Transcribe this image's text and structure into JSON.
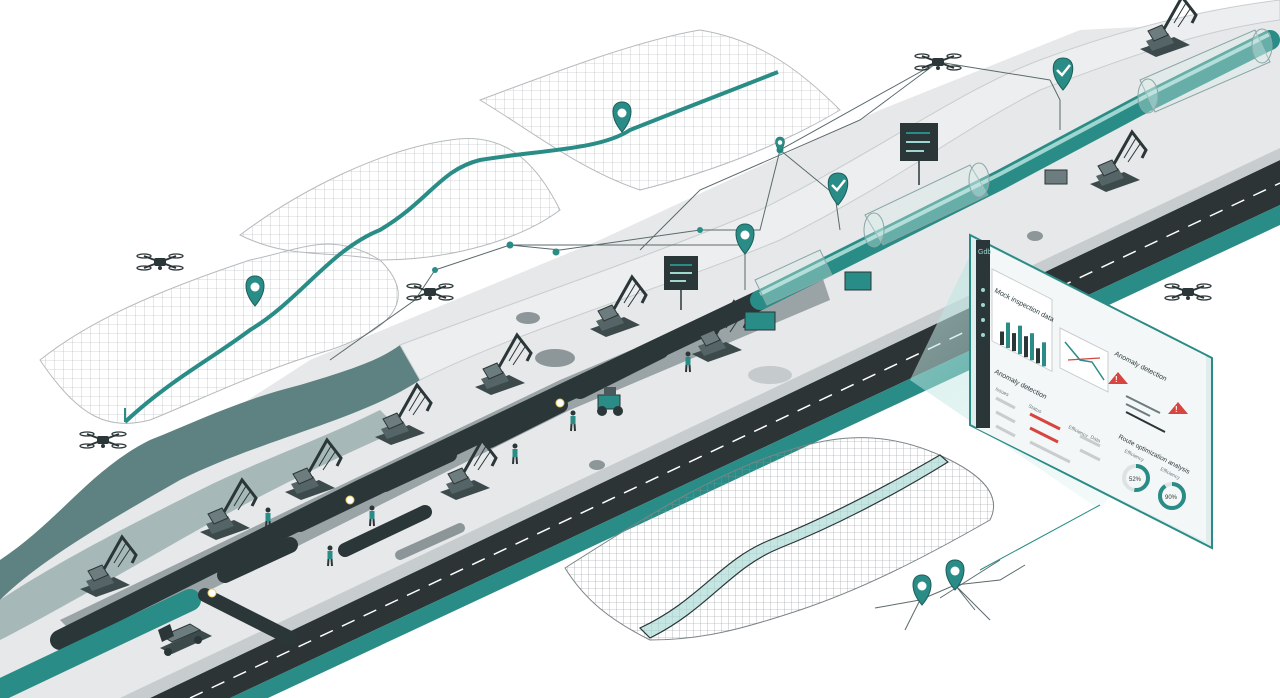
{
  "dashboard": {
    "top_left_badge": "Gdb",
    "panel1_title": "Mock inspection data",
    "panel2_title": "Anomaly detection",
    "panel3_title": "Anomaly detection",
    "panel3_headers": [
      "Issues",
      "Status",
      "Efficiency",
      "Data"
    ],
    "panel4_title": "Route optimization analysis",
    "gauge_left_label": "Efficiency",
    "gauge_left_value": "52%",
    "gauge_right_label": "Efficiency",
    "gauge_right_value": "90%",
    "gauge_left_fraction": 0.52,
    "gauge_right_fraction": 0.9,
    "bar_chart_values": [
      0.45,
      0.85,
      0.6,
      0.95,
      0.7,
      0.9,
      0.5,
      0.8
    ],
    "alert_icons": [
      "warning-icon",
      "warning-icon"
    ]
  },
  "colors": {
    "teal": "#2a8c86",
    "teal_light": "#9fd6d0",
    "dark_pipe": "#2b3638",
    "road": "#2c3436",
    "ground": "#e4e6e7",
    "hill": "#5e8281",
    "red_alert": "#d6453f"
  },
  "icons": {
    "drone": "drone-icon",
    "location_pin": "location-pin-icon",
    "check_pin": "check-pin-icon",
    "excavator": "excavator-icon",
    "truck": "truck-icon",
    "worker": "worker-icon"
  }
}
